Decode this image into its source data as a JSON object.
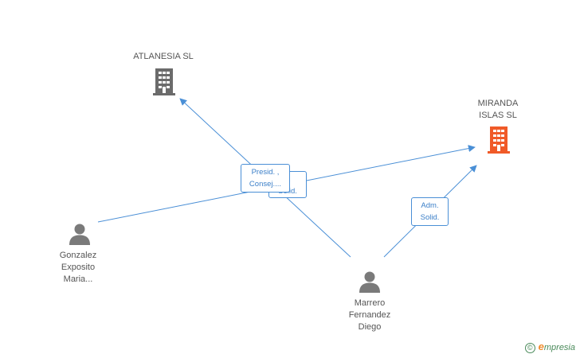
{
  "companies": [
    {
      "id": "atlanesia",
      "lines": [
        "ATLANESIA SL"
      ],
      "color": "#6b6b6b"
    },
    {
      "id": "miranda",
      "lines": [
        "MIRANDA",
        "ISLAS SL"
      ],
      "color": "#f05a28"
    }
  ],
  "people": [
    {
      "id": "gonzalez",
      "lines": [
        "Gonzalez",
        "Exposito",
        "Maria..."
      ]
    },
    {
      "id": "marrero",
      "lines": [
        "Marrero",
        "Fernandez",
        "Diego"
      ]
    }
  ],
  "edge_labels": {
    "presid": [
      "Presid. ,",
      "Consej...."
    ],
    "hidden": [
      "...",
      "Solid."
    ],
    "adm": [
      "Adm.",
      "Solid."
    ]
  },
  "colors": {
    "edge": "#4a8fd6",
    "person_icon": "#7a7a7a"
  },
  "brand": {
    "copyright_symbol": "©",
    "e_letter": "e",
    "rest": "mpresia"
  }
}
